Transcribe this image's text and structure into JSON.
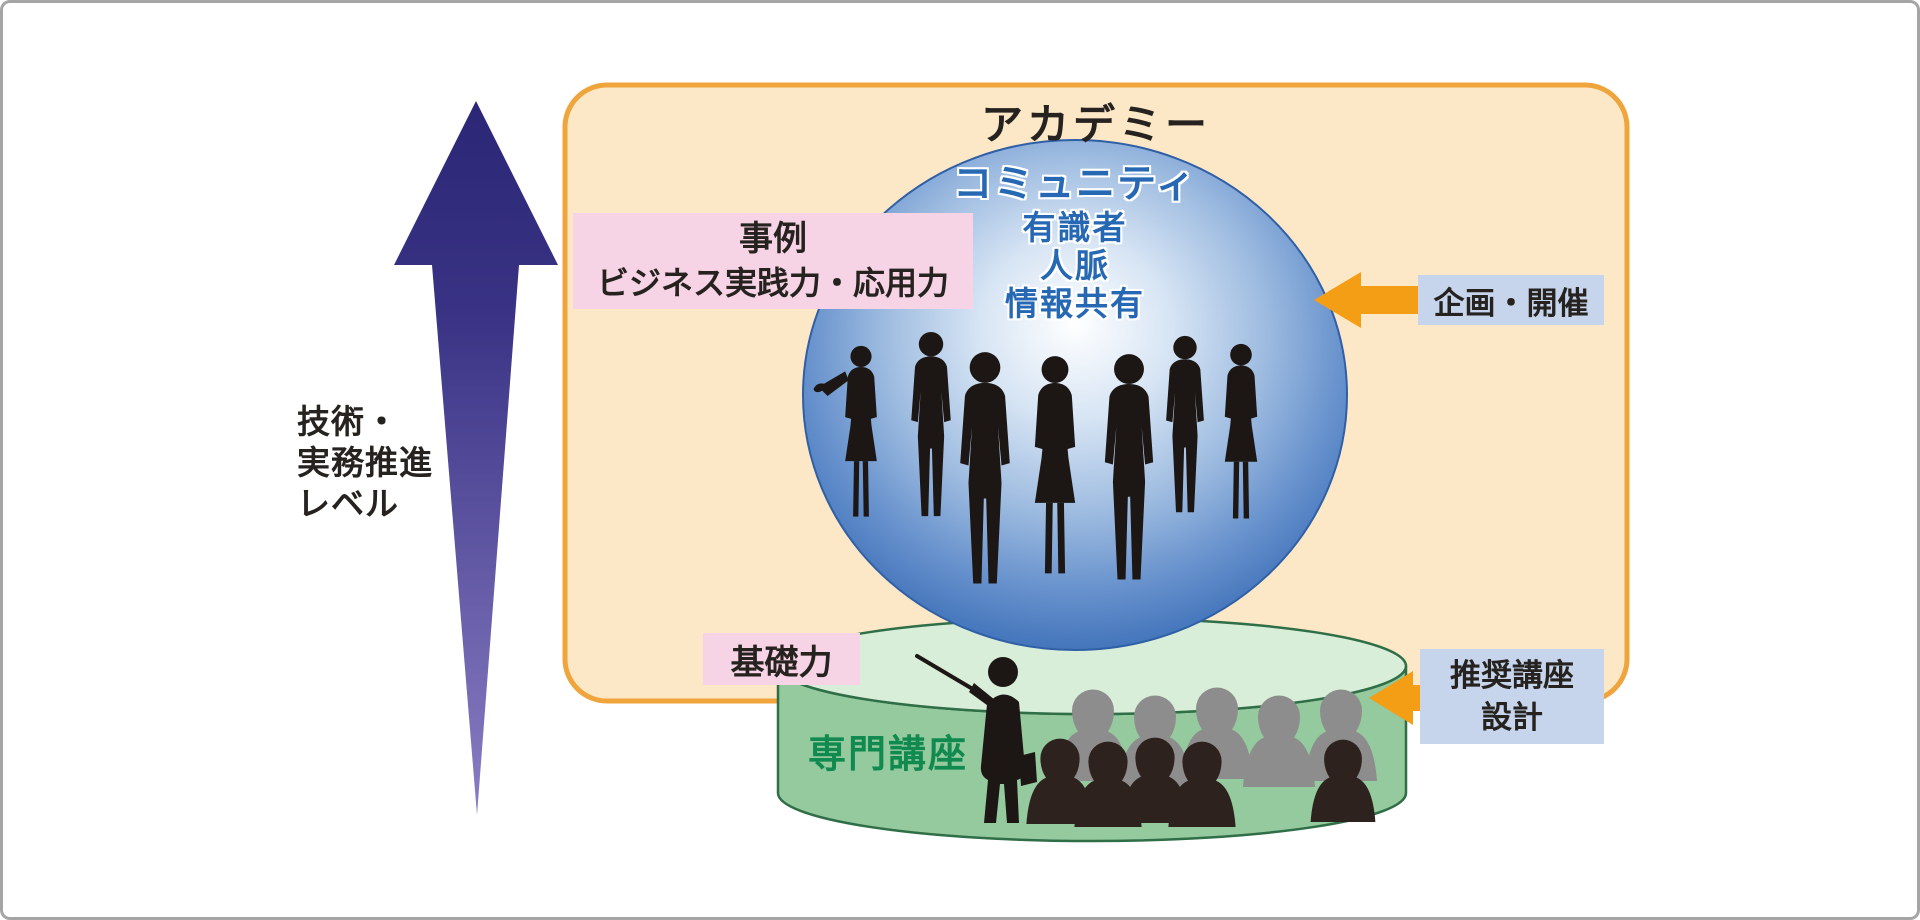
{
  "figure": {
    "type": "diagram",
    "axis": {
      "lines": [
        "技術・",
        "実務推進",
        "レベル"
      ]
    },
    "academy": {
      "title": "アカデミー",
      "sphere_lines": [
        "コミュニティ",
        "有識者",
        "人脈",
        "情報共有"
      ]
    },
    "labels": {
      "case": {
        "line1": "事例",
        "line2": "ビジネス実践力・応用力"
      },
      "plan_host": "企画・開催",
      "basic_skill": "基礎力",
      "recommended": {
        "line1": "推奨講座",
        "line2": "設計"
      },
      "special_course": "専門講座"
    },
    "colors": {
      "academy_box_fill": "#fce7c6",
      "academy_box_border": "#f0a43c",
      "level_arrow_top": "#2b2675",
      "level_arrow_bottom": "#8a7ec4",
      "sphere_edge": "#3b6cb2",
      "sphere_text": "#2668b4",
      "pink_label": "#f7d4e5",
      "blue_label": "#c6d5eb",
      "orange_arrow": "#f49e15",
      "cylinder_top": "#d9eed8",
      "cylinder_body": "#95c99e",
      "cylinder_outline": "#2f6e46",
      "course_text": "#108a4e",
      "silhouette": "#1c1714",
      "audience_back": "#8d8d8d",
      "audience_front": "#2d221d"
    }
  }
}
